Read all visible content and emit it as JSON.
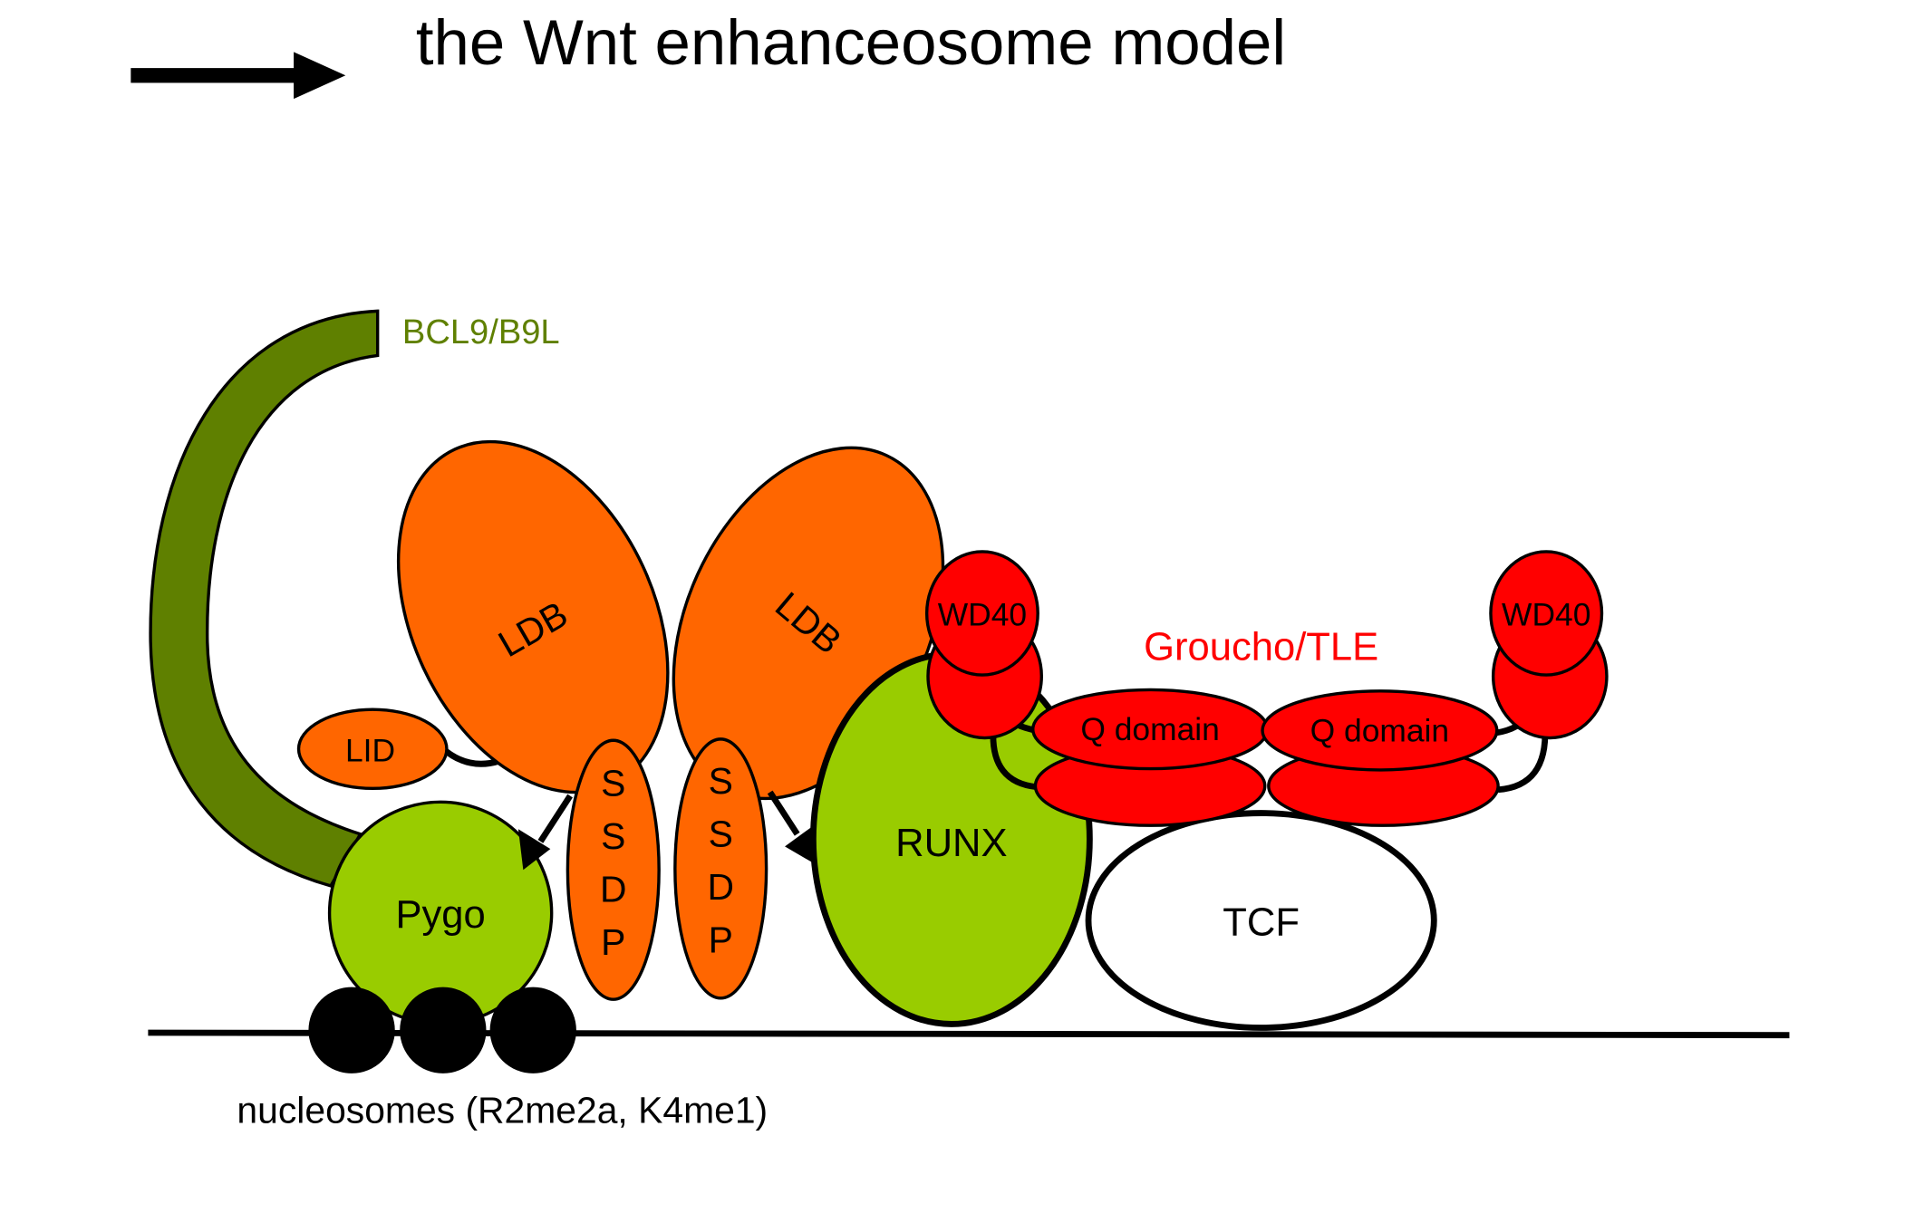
{
  "title": "the Wnt enhanceosome model",
  "colors": {
    "bcl9": "#5f8000",
    "ldb_orange": "#ff6600",
    "green": "#99cc00",
    "red": "#ff0000",
    "black": "#000000",
    "white": "#ffffff"
  },
  "labels": {
    "bcl9": "BCL9/B9L",
    "ldb_left": "LDB",
    "ldb_right": "LDB",
    "lid": "LID",
    "ssdp_left": [
      "S",
      "S",
      "D",
      "P"
    ],
    "ssdp_right": [
      "S",
      "S",
      "D",
      "P"
    ],
    "pygo": "Pygo",
    "runx": "RUNX",
    "tcf": "TCF",
    "wd40_left": "WD40",
    "wd40_right": "WD40",
    "groucho": "Groucho/TLE",
    "qdomain_left": "Q domain",
    "qdomain_right": "Q domain",
    "nucleosomes": "nucleosomes (R2me2a, K4me1)"
  }
}
